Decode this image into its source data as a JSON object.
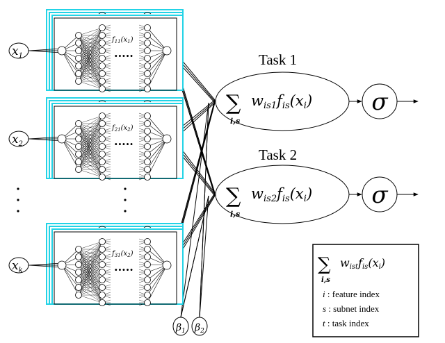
{
  "inputs": [
    {
      "var": "x",
      "sub": "1",
      "func": "f",
      "func_sub": "11",
      "func_arg": "(x",
      "func_arg_sub": "1",
      "func_tail": ")"
    },
    {
      "var": "x",
      "sub": "2",
      "func": "f",
      "func_sub": "21",
      "func_arg": "(x",
      "func_arg_sub": "2",
      "func_tail": ")"
    },
    {
      "var": "x",
      "sub": "k",
      "func": "f",
      "func_sub": "31",
      "func_arg": "(x",
      "func_arg_sub": "2",
      "func_tail": ")"
    }
  ],
  "ellipsis_dots": "·····",
  "tasks": [
    {
      "title": "Task 1",
      "sum": "∑",
      "sum_sub": "i,s",
      "w": "w",
      "w_sub": "is1",
      "f": "f",
      "f_sub": "is",
      "arg": "(x",
      "arg_sub": "i",
      "arg_tail": ")",
      "activation": "σ"
    },
    {
      "title": "Task 2",
      "sum": "∑",
      "sum_sub": "i,s",
      "w": "w",
      "w_sub": "is2",
      "f": "f",
      "f_sub": "is",
      "arg": "(x",
      "arg_sub": "i",
      "arg_tail": ")",
      "activation": "σ"
    }
  ],
  "betas": [
    {
      "symbol": "β",
      "sub": "1"
    },
    {
      "symbol": "β",
      "sub": "2"
    }
  ],
  "legend": {
    "sum": "∑",
    "sum_sub": "i,s",
    "w": "w",
    "w_sub": "ist",
    "f": "f",
    "f_sub": "is",
    "arg": "(x",
    "arg_sub": "i",
    "arg_tail": ")",
    "items": [
      {
        "sym": "i",
        "text": " : feature index"
      },
      {
        "sym": "s",
        "text": " : subnet index"
      },
      {
        "sym": "t",
        "text": " : task index"
      }
    ]
  },
  "colors": {
    "subnet_frame": "#22d3e6",
    "line": "#000000",
    "node_fill": "#ffffff"
  }
}
